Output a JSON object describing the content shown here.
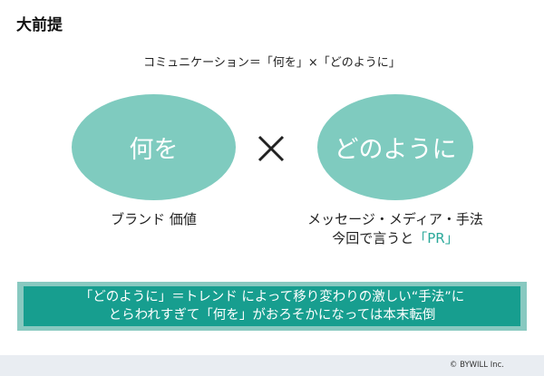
{
  "slide": {
    "title": "大前提",
    "subtitle": "コミュニケーション＝「何を」×「どのように」"
  },
  "diagram": {
    "left_circle": "何を",
    "right_circle": "どのように",
    "operator": "×",
    "left_label": "ブランド 価値",
    "right_label_line1": "メッセージ・メディア・手法",
    "right_label_line2_prefix": "今回で言うと",
    "right_label_line2_accent": "「PR」",
    "accent_color": "#2aa89a",
    "circle_color": "#7fcbbf"
  },
  "callout": {
    "line1": "「どのように」＝トレンド によって移り変わりの激しい“手法”に",
    "line2": "とらわれすぎて「何を」がおろそかになっては本末転倒",
    "bg_color": "#179e8f",
    "border_color": "#88c9c0"
  },
  "footer": {
    "copyright": "© BYWILL Inc."
  }
}
